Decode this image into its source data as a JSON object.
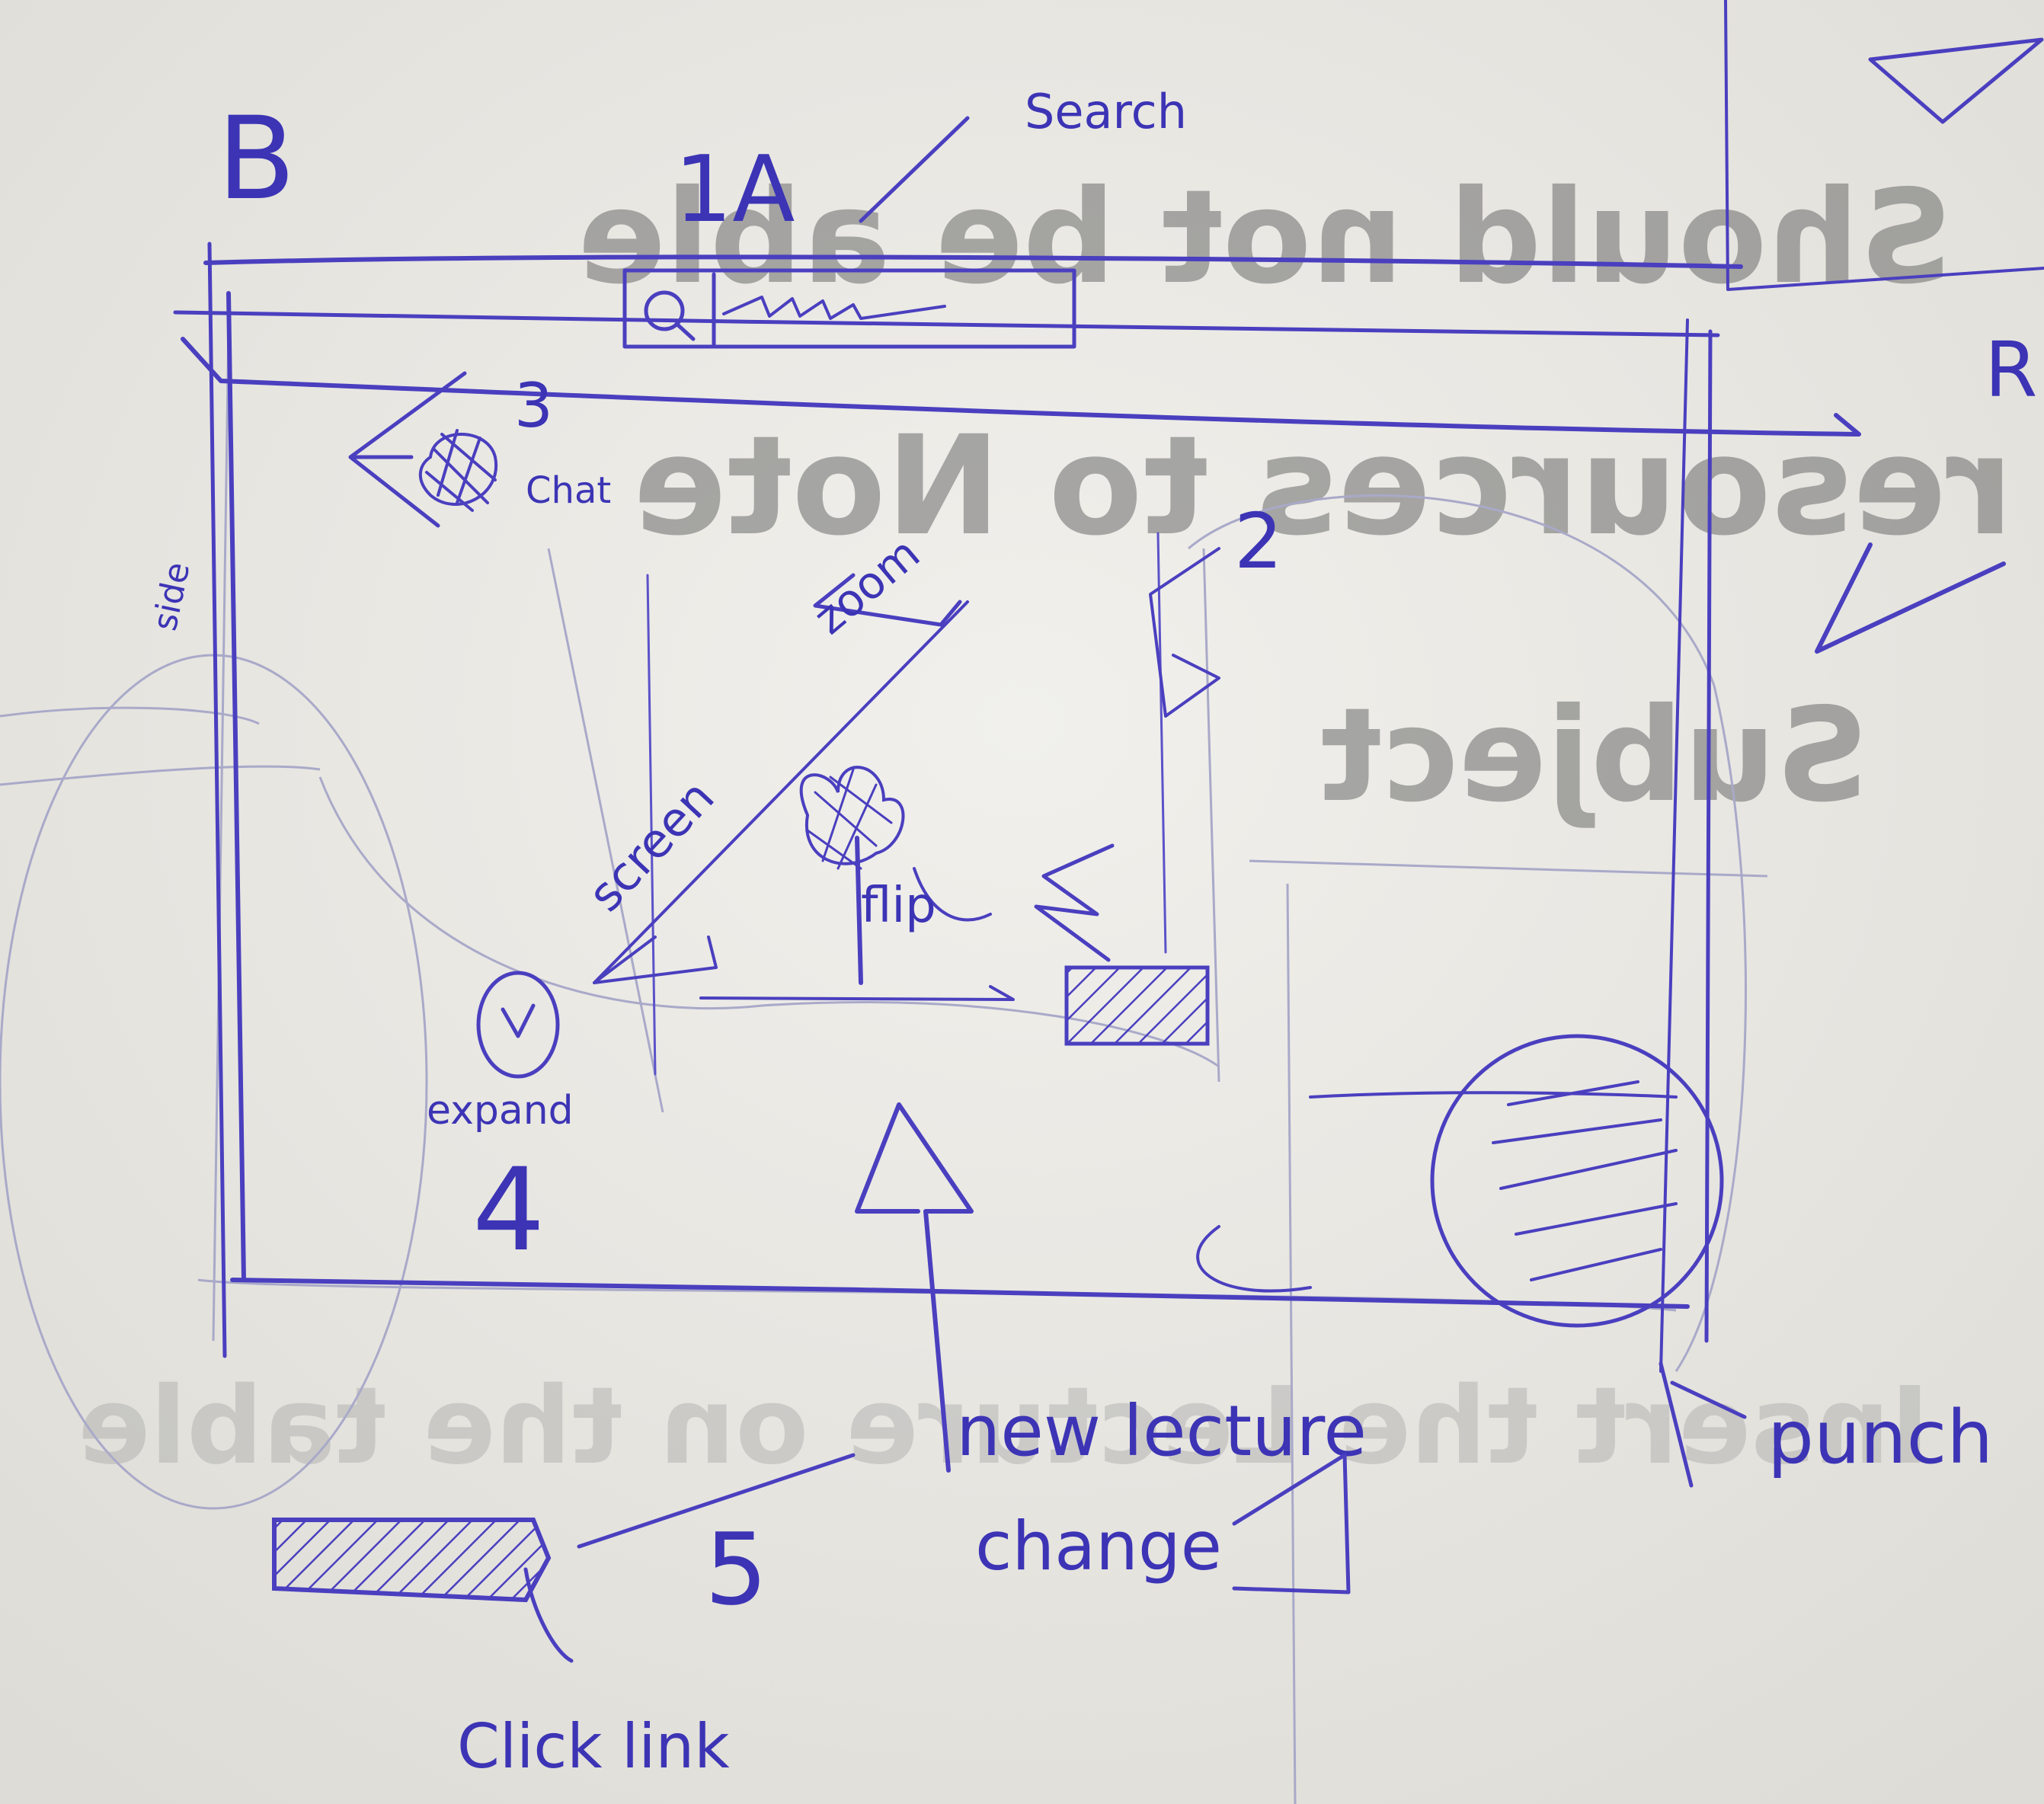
{
  "annotations": {
    "top_left_label": "B",
    "search_region_label": "1A",
    "search_caption": "Search",
    "chat_label_number": "3",
    "chat_label": "Chat",
    "side_label": "side",
    "right_top_number": "2",
    "screen_label": "screen",
    "zoom_label": "zoom",
    "flip_label": "flip",
    "expand_label": "expand",
    "expand_number": "4",
    "click_link_number": "5",
    "click_link_label": "Click link",
    "new_lecture_label": "new lecture",
    "change_label": "change",
    "punch_label": "punch",
    "right_edge_letter": "R"
  },
  "bleed_through_text": [
    "Should not be able",
    "resources to Note",
    "Subject"
  ],
  "bleed_through_bottom": "Insert the Lecture on the table"
}
